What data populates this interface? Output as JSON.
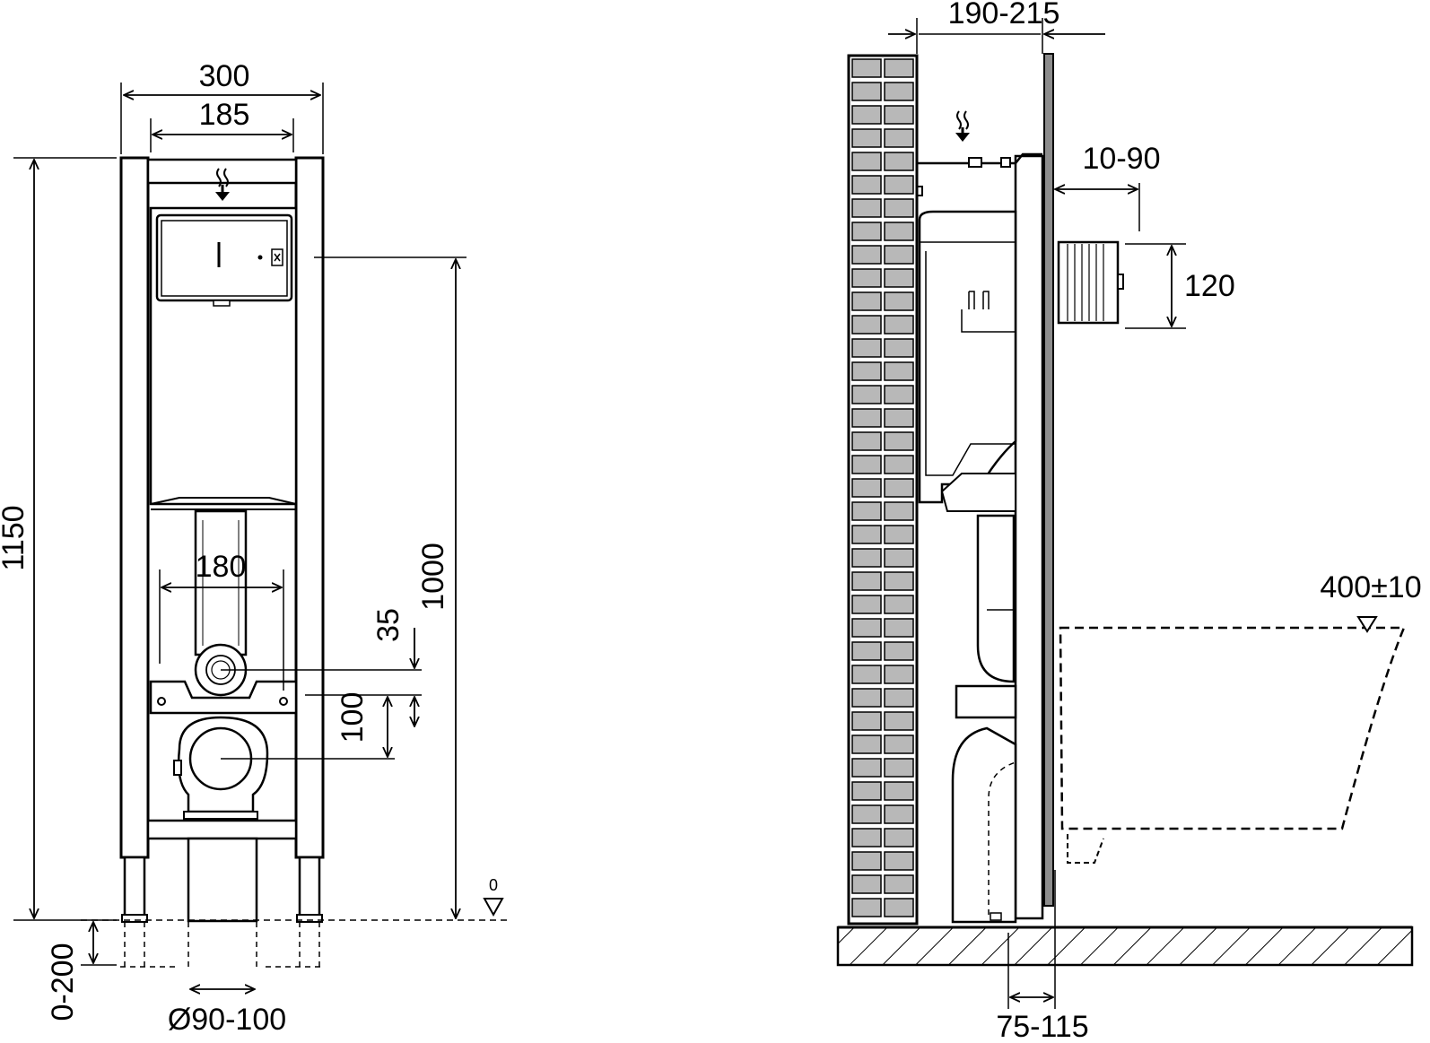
{
  "front_view": {
    "dim_width_outer": "300",
    "dim_width_inner": "185",
    "dim_total_height": "1150",
    "dim_height_1000": "1000",
    "dim_bolt_spacing": "180",
    "dim_35": "35",
    "dim_100": "100",
    "dim_leg_adjust": "0-200",
    "dim_pipe_diameter": "Ø90-100",
    "floor_level_mark": "0"
  },
  "side_view": {
    "dim_depth": "190-215",
    "dim_wall_offset": "10-90",
    "dim_120": "120",
    "dim_seat_height": "400±10",
    "dim_outlet": "75-115"
  },
  "colors": {
    "line": "#000000",
    "brick_fill": "#b8b8b8",
    "panel_fill": "#8c8c8c"
  },
  "icons": [
    "water-inlet-arrow-icon",
    "floor-level-triangle-icon"
  ]
}
